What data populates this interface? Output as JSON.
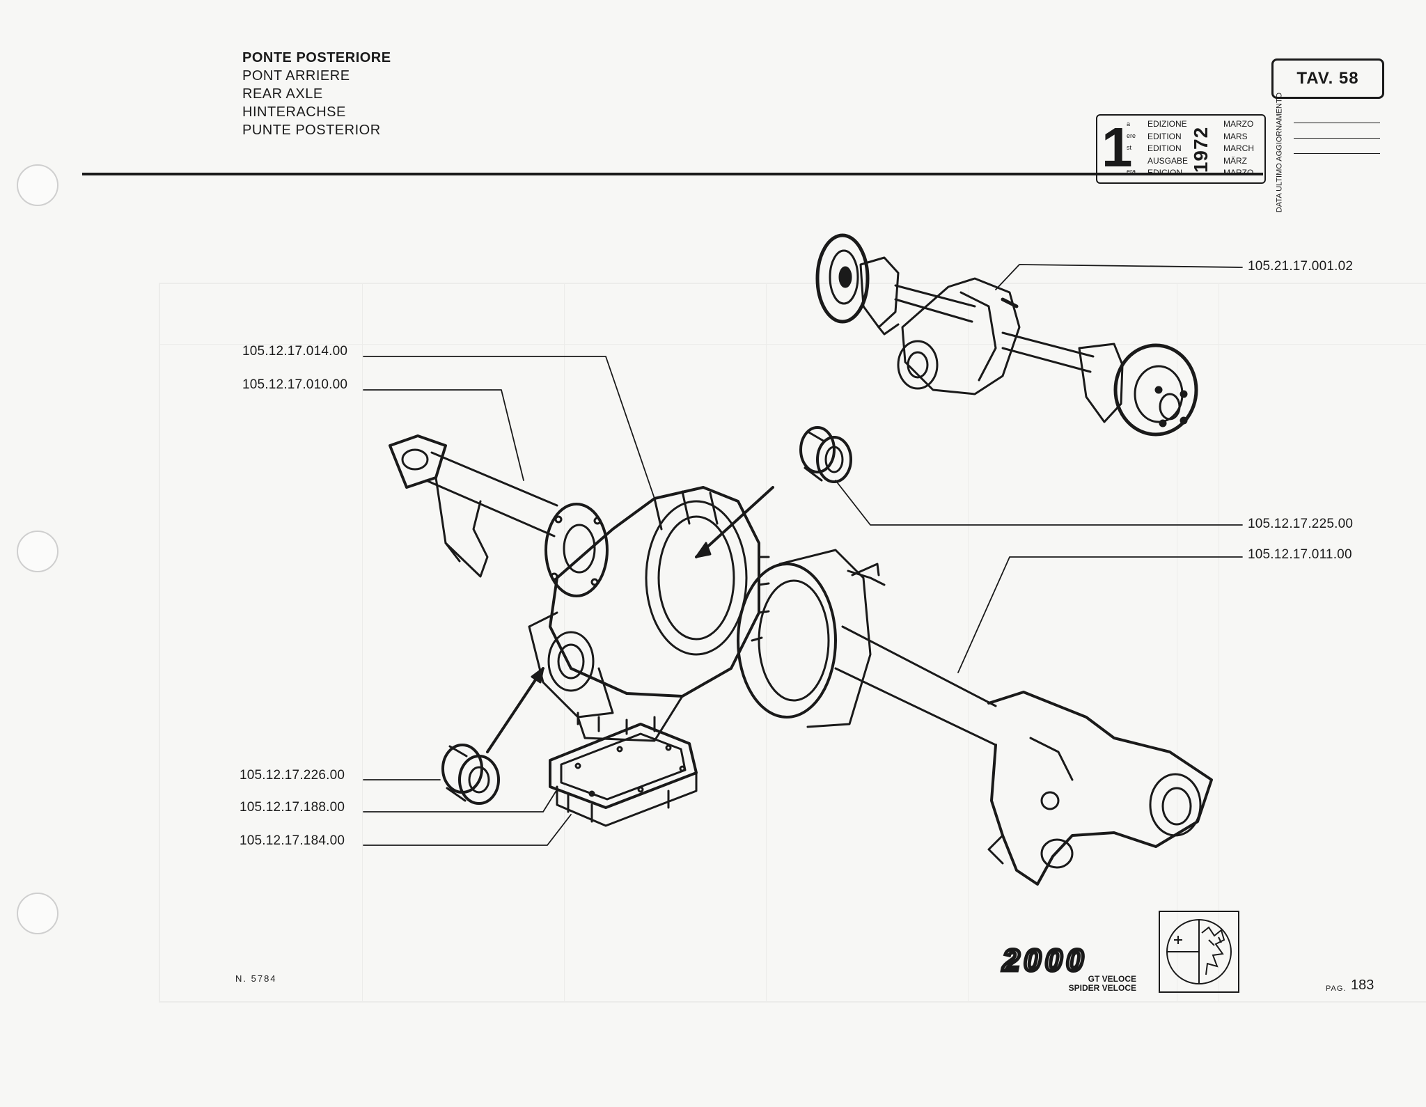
{
  "title": {
    "lines": [
      "PONTE POSTERIORE",
      "PONT ARRIERE",
      "REAR AXLE",
      "HINTERACHSE",
      "PUNTE POSTERIOR"
    ]
  },
  "table_ref": "TAV. 58",
  "edition": {
    "number": "1",
    "suffixes": [
      "a",
      "ere",
      "st",
      ".",
      "era"
    ],
    "words": [
      "EDIZIONE",
      "EDITION",
      "EDITION",
      "AUSGABE",
      "EDICION"
    ],
    "year": "1972",
    "months": [
      "MARZO",
      "MARS",
      "MARCH",
      "MÄRZ",
      "MARZO"
    ],
    "last_update_label": "DATA ULTIMO AGGIORNAMENTO"
  },
  "parts": {
    "axle_assembly": "105.21.17.001.02",
    "p014": "105.12.17.014.00",
    "p010": "105.12.17.010.00",
    "p225": "105.12.17.225.00",
    "p011": "105.12.17.011.00",
    "p226": "105.12.17.226.00",
    "p188": "105.12.17.188.00",
    "p184": "105.12.17.184.00"
  },
  "footer": {
    "sheet_number": "N. 5784",
    "model_logo": "2000",
    "model_lines": [
      "GT VELOCE",
      "SPIDER VELOCE"
    ],
    "page_label": "PAG.",
    "page_number": "183"
  }
}
